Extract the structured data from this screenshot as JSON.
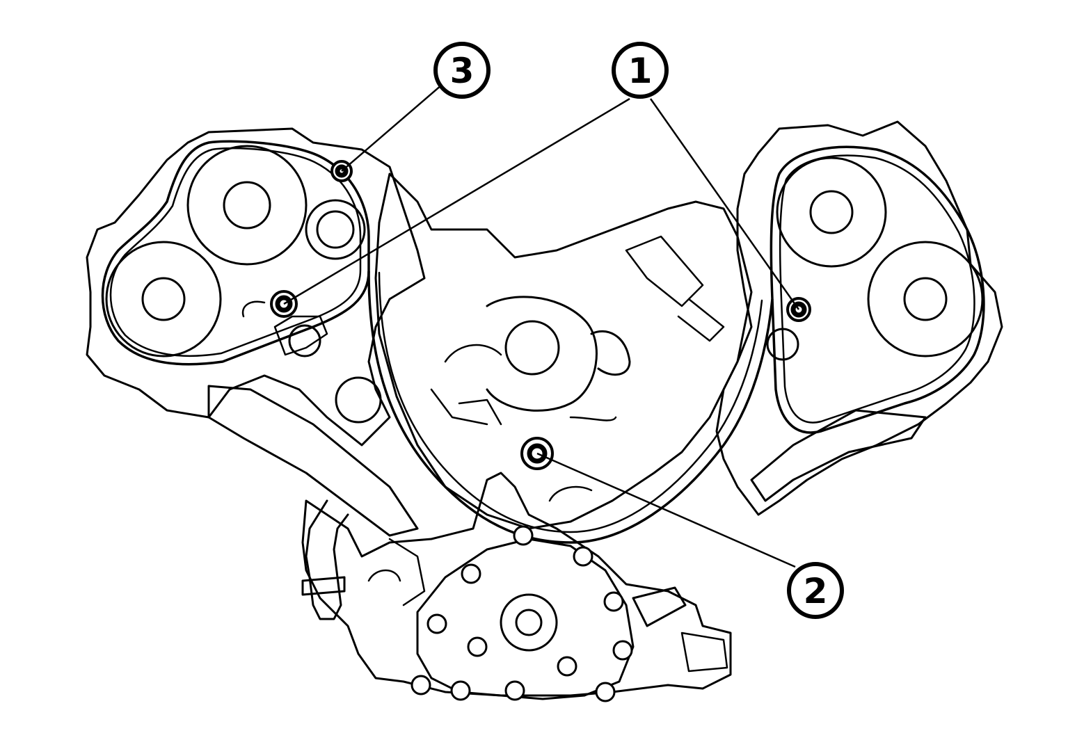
{
  "figure": {
    "callouts": [
      {
        "id": "callout-1",
        "label": "1"
      },
      {
        "id": "callout-2",
        "label": "2"
      },
      {
        "id": "callout-3",
        "label": "3"
      }
    ]
  }
}
